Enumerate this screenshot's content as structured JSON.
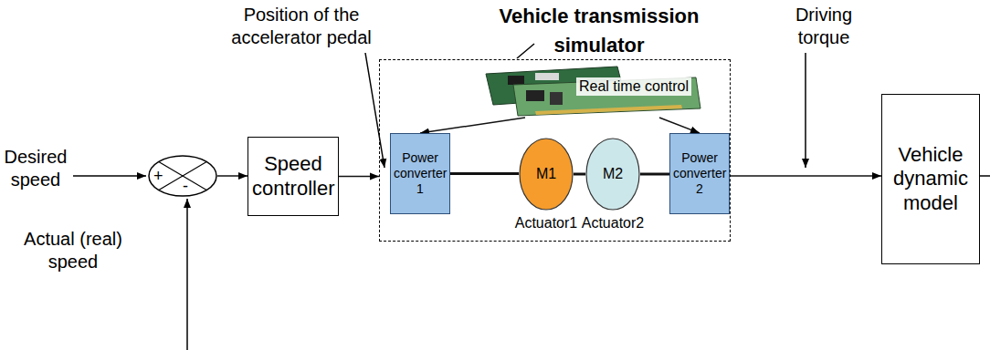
{
  "diagram": {
    "nodes": [
      {
        "text": [
          "+",
          "-"
        ]
      },
      {
        "text": [
          "Speed controller"
        ]
      },
      {
        "text": [
          "Vehicle transmission simulator"
        ]
      },
      {
        "text": [
          "Real time control"
        ],
        "in": 2
      },
      {
        "text": [
          "Power converter 1"
        ],
        "in": 2
      },
      {
        "text": [
          "M1",
          "Actuator1"
        ],
        "in": 2
      },
      {
        "text": [
          "M2",
          "Actuator2"
        ],
        "in": 2
      },
      {
        "text": [
          "Power converter 2"
        ],
        "in": 2
      },
      {
        "text": [
          "Vehicle dynamic model"
        ]
      }
    ],
    "edges": [
      {
        "from": 0,
        "to": 1,
        "arrow": "to"
      },
      {
        "from": 1,
        "to": 2,
        "arrow": "to"
      },
      {
        "from": 3,
        "to": 4,
        "arrow": "to"
      },
      {
        "from": 3,
        "to": 7,
        "arrow": "to"
      },
      {
        "from": 4,
        "to": 5,
        "arrow": "none"
      },
      {
        "from": 5,
        "to": 6,
        "arrow": "none"
      },
      {
        "from": 6,
        "to": 7,
        "arrow": "none"
      },
      {
        "from": 2,
        "to": 8,
        "arrow": "to"
      }
    ],
    "labels": [
      "Position of the accelerator pedal",
      "Driving torque",
      "Desired speed",
      "Actual (real) speed"
    ]
  }
}
